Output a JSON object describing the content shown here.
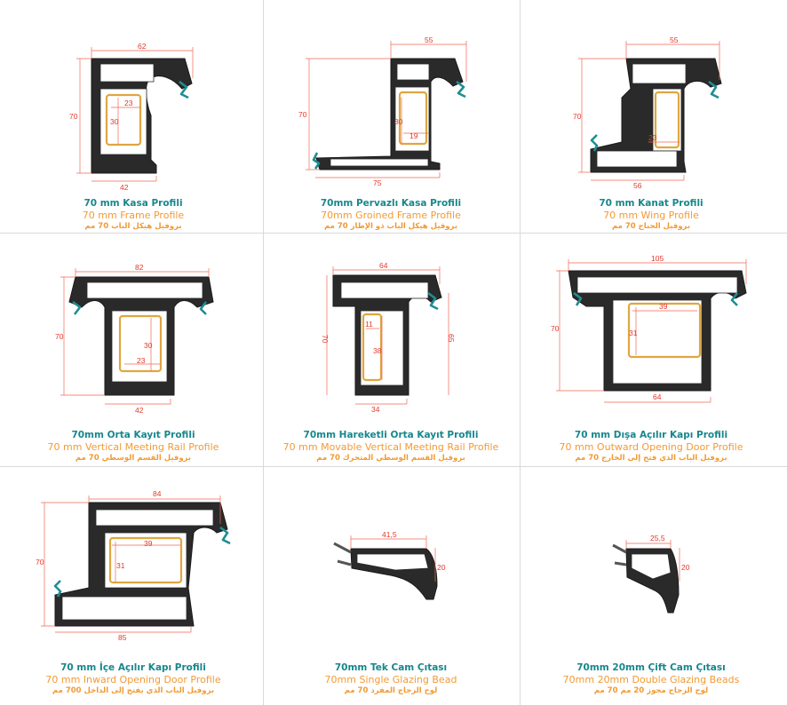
{
  "profiles": [
    {
      "title": "70 mm Kasa Profili",
      "english": "70 mm Frame Profile",
      "arabic": "بروفيل هيكل الباب 70 مم",
      "dims": {
        "top": "62",
        "height": "70",
        "bottom": "42",
        "inner_w": "23",
        "inner_h": "30"
      }
    },
    {
      "title": "70mm Pervazlı Kasa Profili",
      "english": "70mm Groined Frame Profile",
      "arabic": "بروفيل هيكل الباب ذو الإطار 70 مم",
      "dims": {
        "top": "55",
        "height": "70",
        "bottom": "75",
        "inner_h": "30",
        "inner_w": "19"
      }
    },
    {
      "title": "70 mm Kanat Profili",
      "english": "70 mm Wing Profile",
      "arabic": "بروفيل الجناح 70 مم",
      "dims": {
        "top": "55",
        "height": "70",
        "bottom": "56",
        "inner_w": "23"
      }
    },
    {
      "title": "70mm Orta Kayıt Profili",
      "english": "70 mm Vertical Meeting Rail Profile",
      "arabic": "بروفيل القسم الوسطي 70 مم",
      "dims": {
        "top": "82",
        "height": "70",
        "bottom": "42",
        "inner_h": "30",
        "inner_w": "23"
      }
    },
    {
      "title": "70mm Hareketli Orta Kayıt Profili",
      "english": "70 mm Movable Vertical Meeting Rail Profile",
      "arabic": "بروفيل القسم الوسطي المتحرك 70 مم",
      "dims": {
        "top": "64",
        "height": "70",
        "right": "65",
        "bottom": "34",
        "inner_w": "11",
        "inner_h": "38"
      }
    },
    {
      "title": "70 mm Dışa Açılır Kapı Profili",
      "english": "70 mm Outward Opening Door Profile",
      "arabic": "بروفيل الباب الذي فتح إلى الخارج 70 مم",
      "dims": {
        "top": "105",
        "height": "70",
        "bottom": "64",
        "inner_w": "39",
        "inner_h": "31"
      }
    },
    {
      "title": "70 mm İçe Açılır Kapı Profili",
      "english": "70 mm Inward Opening Door Profile",
      "arabic": "بروفيل الباب الذي يفتح إلى الداخل 700 مم",
      "dims": {
        "top": "84",
        "height": "70",
        "bottom": "85",
        "inner_w": "39",
        "inner_h": "31"
      }
    },
    {
      "title": "70mm Tek Cam Çıtası",
      "english": "70mm Single Glazing Bead",
      "arabic": "لوح الزجاج المفرد 70 مم",
      "dims": {
        "top": "41,5",
        "height": "20"
      }
    },
    {
      "title": "70mm 20mm Çift Cam Çıtası",
      "english": "70mm 20mm Double Glazing Beads",
      "arabic": "لوح الزجاج مجوز 20 مم 70 مم",
      "dims": {
        "top": "25,5",
        "height": "20"
      }
    }
  ]
}
